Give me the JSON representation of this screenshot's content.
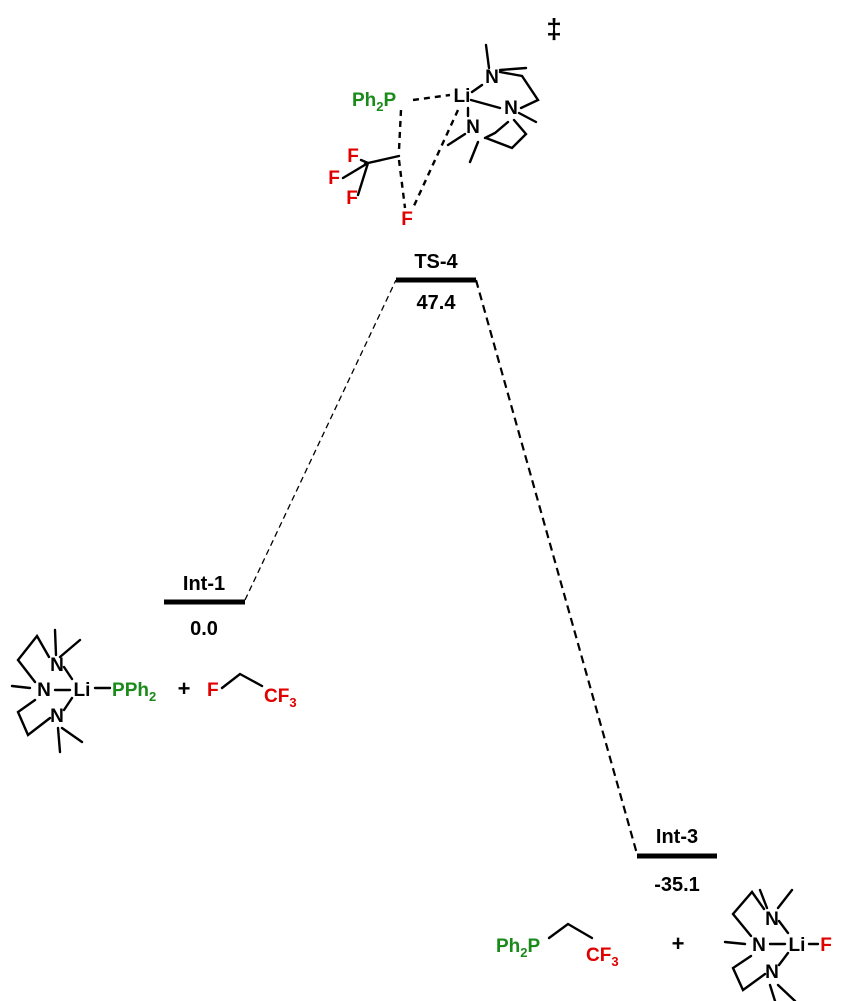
{
  "colors": {
    "black": "#000000",
    "green": "#1a8a1a",
    "red": "#e00000"
  },
  "dagger": "‡",
  "levels": [
    {
      "name": "Int-1",
      "energy": "0.0"
    },
    {
      "name": "TS-4",
      "energy": "47.4"
    },
    {
      "name": "Int-3",
      "energy": "-35.1"
    }
  ],
  "atoms": {
    "N": "N",
    "Li": "Li",
    "F": "F",
    "P": "P",
    "Ph": "Ph",
    "CF": "CF",
    "sub2": "2",
    "sub3": "3"
  },
  "reactants": {
    "plus": "+"
  },
  "products": {
    "plus": "+"
  }
}
